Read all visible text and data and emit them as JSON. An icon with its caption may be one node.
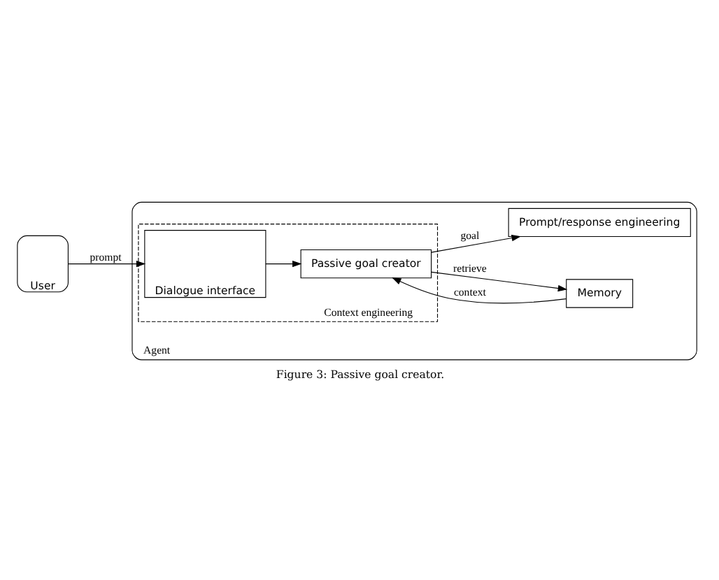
{
  "diagram": {
    "caption": "Figure 3: Passive goal creator.",
    "nodes": [
      {
        "text": [
          "Agent"
        ]
      },
      {
        "text": [
          "User"
        ]
      },
      {
        "text": [
          "Memory"
        ],
        "in": 0
      },
      {
        "text": [
          "Context engineering"
        ],
        "in": 0
      },
      {
        "text": [
          "Dialogue interface"
        ],
        "in": 3
      },
      {
        "text": [
          "Passive goal creator"
        ],
        "in": 3
      },
      {
        "text": [
          "Prompt/response engineering"
        ],
        "in": 0
      }
    ],
    "edges": [
      {
        "from": 1,
        "to": 4,
        "arrow": "to",
        "label": "prompt"
      },
      {
        "from": 4,
        "to": 5,
        "arrow": "to"
      },
      {
        "from": 5,
        "to": 2,
        "arrow": "to",
        "label": "retrieve"
      },
      {
        "from": 2,
        "to": 5,
        "arrow": "to",
        "label": "context"
      },
      {
        "from": 5,
        "to": 6,
        "arrow": "to",
        "label": "goal"
      }
    ]
  }
}
